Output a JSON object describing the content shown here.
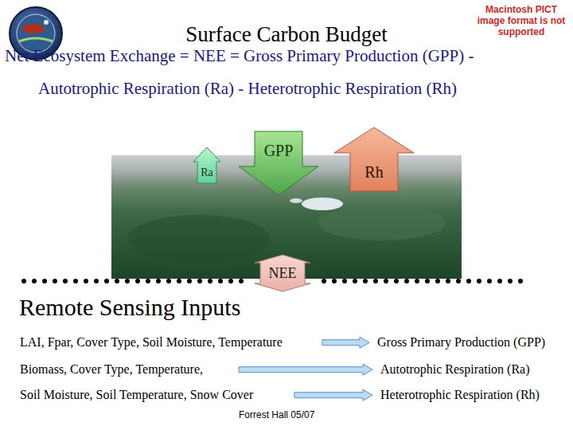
{
  "diagram": {
    "title": "Surface Carbon Budget",
    "nodes": [
      {
        "text": [
          "Ra"
        ]
      },
      {
        "text": [
          "GPP"
        ]
      },
      {
        "text": [
          "Rh"
        ]
      },
      {
        "text": [
          "NEE"
        ]
      }
    ],
    "labels": [
      "Macintosh PICT image format is not supported",
      "Net Ecosystem Exchange = NEE = Gross Primary Production (GPP) -",
      "Autotrophic Respiration (Ra) - Heterotrophic Respiration (Rh)",
      "Remote Sensing Inputs",
      "LAI, Fpar, Cover Type, Soil Moisture, Temperature",
      "Gross Primary Production (GPP)",
      "Biomass, Cover Type, Temperature,",
      "Autotrophic Respiration (Ra)",
      "Soil Moisture, Soil Temperature, Snow Cover",
      "Heterotrophic Respiration (Rh)",
      "Forrest Hall 05/07"
    ]
  }
}
